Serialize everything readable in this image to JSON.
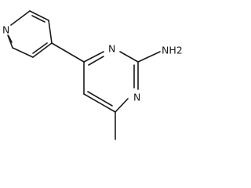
{
  "molecule": {
    "atoms": {
      "pyridine_n": "N",
      "pyrimidine_n_upper": "N",
      "pyrimidine_n_lower": "N",
      "amine": "NH2"
    }
  },
  "colors": {
    "ink": "#1a1a1a",
    "background": "#ffffff"
  }
}
